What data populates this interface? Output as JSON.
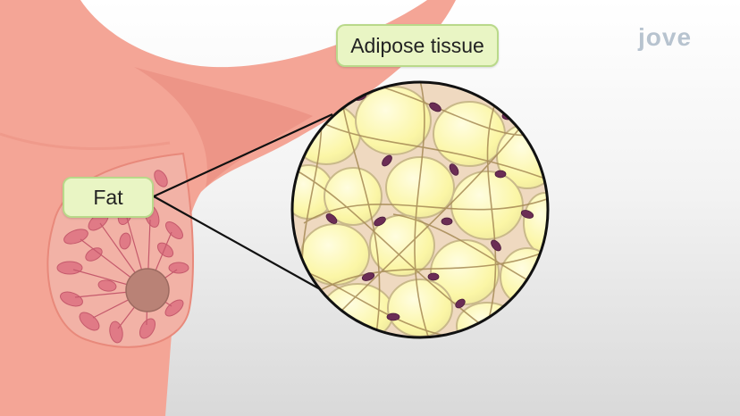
{
  "labels": {
    "adipose": "Adipose tissue",
    "fat": "Fat"
  },
  "logo": "jove",
  "colors": {
    "skin": "#f4a596",
    "skin_shadow": "#e8897b",
    "lobule": "#e07a86",
    "lobule_dark": "#c55a6c",
    "nipple": "#b98276",
    "fat_cell": "#fbf6a6",
    "fat_cell_edge": "#c9b98a",
    "fiber": "#a68a55",
    "nucleus": "#6b2d55",
    "label_bg": "#e9f5c4",
    "label_border": "#b9d98a"
  }
}
